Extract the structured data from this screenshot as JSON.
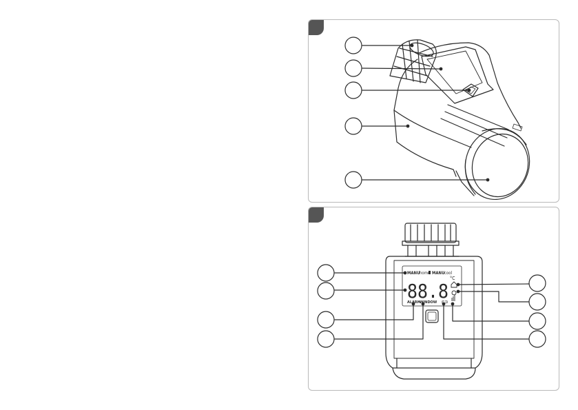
{
  "lcd": {
    "manu_auto": "MANU",
    "home": "home",
    "manu_auto_right": "MANU",
    "cool": "cool",
    "digits": "88.8",
    "degree": "°C",
    "bottom_left": "ALARM",
    "bottom_mid": "WINDOW",
    "battery": "⊏⊐"
  },
  "colors": {
    "line": "#2a2a2a",
    "panel_border": "#b9b9b9",
    "tab": "#555555"
  }
}
